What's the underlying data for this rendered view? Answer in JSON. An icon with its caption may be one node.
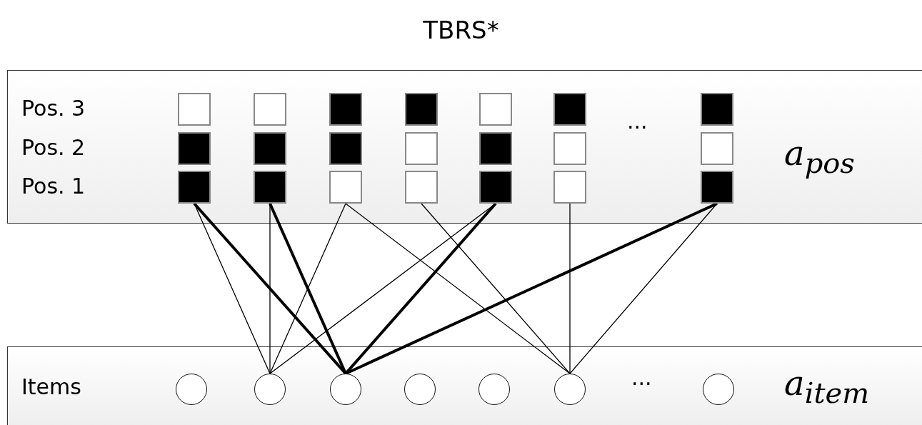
{
  "diagram": {
    "title": "TBRS*",
    "nodes": [
      {
        "text": [
          "Pos. 3",
          "Pos. 2",
          "Pos. 1",
          "...",
          "*a*$_{pos}$"
        ]
      },
      {
        "text": [],
        "shape": "box",
        "in": 0
      },
      {
        "text": [],
        "shape": "box",
        "in": 0
      },
      {
        "text": [],
        "shape": "box",
        "in": 0
      },
      {
        "text": [],
        "shape": "box",
        "in": 0
      },
      {
        "text": [],
        "shape": "box",
        "in": 0
      },
      {
        "text": [],
        "shape": "box",
        "in": 0
      },
      {
        "text": [],
        "shape": "box",
        "in": 0
      },
      {
        "text": [],
        "shape": "box",
        "in": 0
      },
      {
        "text": [],
        "shape": "box",
        "in": 0
      },
      {
        "text": [],
        "shape": "box",
        "in": 0
      },
      {
        "text": [],
        "shape": "box",
        "in": 0
      },
      {
        "text": [],
        "shape": "box",
        "in": 0
      },
      {
        "text": [],
        "shape": "box",
        "in": 0
      },
      {
        "text": [],
        "shape": "box",
        "in": 0
      },
      {
        "text": [],
        "shape": "box",
        "in": 0
      },
      {
        "text": [],
        "shape": "box",
        "in": 0
      },
      {
        "text": [],
        "shape": "box",
        "in": 0
      },
      {
        "text": [],
        "shape": "box",
        "in": 0
      },
      {
        "text": [],
        "shape": "box",
        "in": 0
      },
      {
        "text": [],
        "shape": "box",
        "in": 0
      },
      {
        "text": [],
        "shape": "box",
        "in": 0
      },
      {
        "text": [
          "Items",
          "...",
          "*a*$_{item}$"
        ]
      },
      {
        "text": [],
        "shape": "circle",
        "in": 22
      },
      {
        "text": [],
        "shape": "circle",
        "in": 22
      },
      {
        "text": [],
        "shape": "circle",
        "in": 22
      },
      {
        "text": [],
        "shape": "circle",
        "in": 22
      },
      {
        "text": [],
        "shape": "circle",
        "in": 22
      },
      {
        "text": [],
        "shape": "circle",
        "in": 22
      },
      {
        "text": [],
        "shape": "circle",
        "in": 22
      }
    ],
    "edges": [
      {
        "from": 15,
        "to": 24,
        "arrow": "none"
      },
      {
        "from": 15,
        "to": 25,
        "arrow": "none",
        "style": "thick"
      },
      {
        "from": 16,
        "to": 24,
        "arrow": "none"
      },
      {
        "from": 16,
        "to": 25,
        "arrow": "none",
        "style": "thick"
      },
      {
        "from": 17,
        "to": 24,
        "arrow": "none"
      },
      {
        "from": 17,
        "to": 28,
        "arrow": "none"
      },
      {
        "from": 18,
        "to": 28,
        "arrow": "none"
      },
      {
        "from": 19,
        "to": 24,
        "arrow": "none"
      },
      {
        "from": 19,
        "to": 25,
        "arrow": "none",
        "style": "thick"
      },
      {
        "from": 20,
        "to": 28,
        "arrow": "none"
      },
      {
        "from": 21,
        "to": 25,
        "arrow": "none",
        "style": "thick"
      },
      {
        "from": 21,
        "to": 28,
        "arrow": "none"
      }
    ]
  }
}
